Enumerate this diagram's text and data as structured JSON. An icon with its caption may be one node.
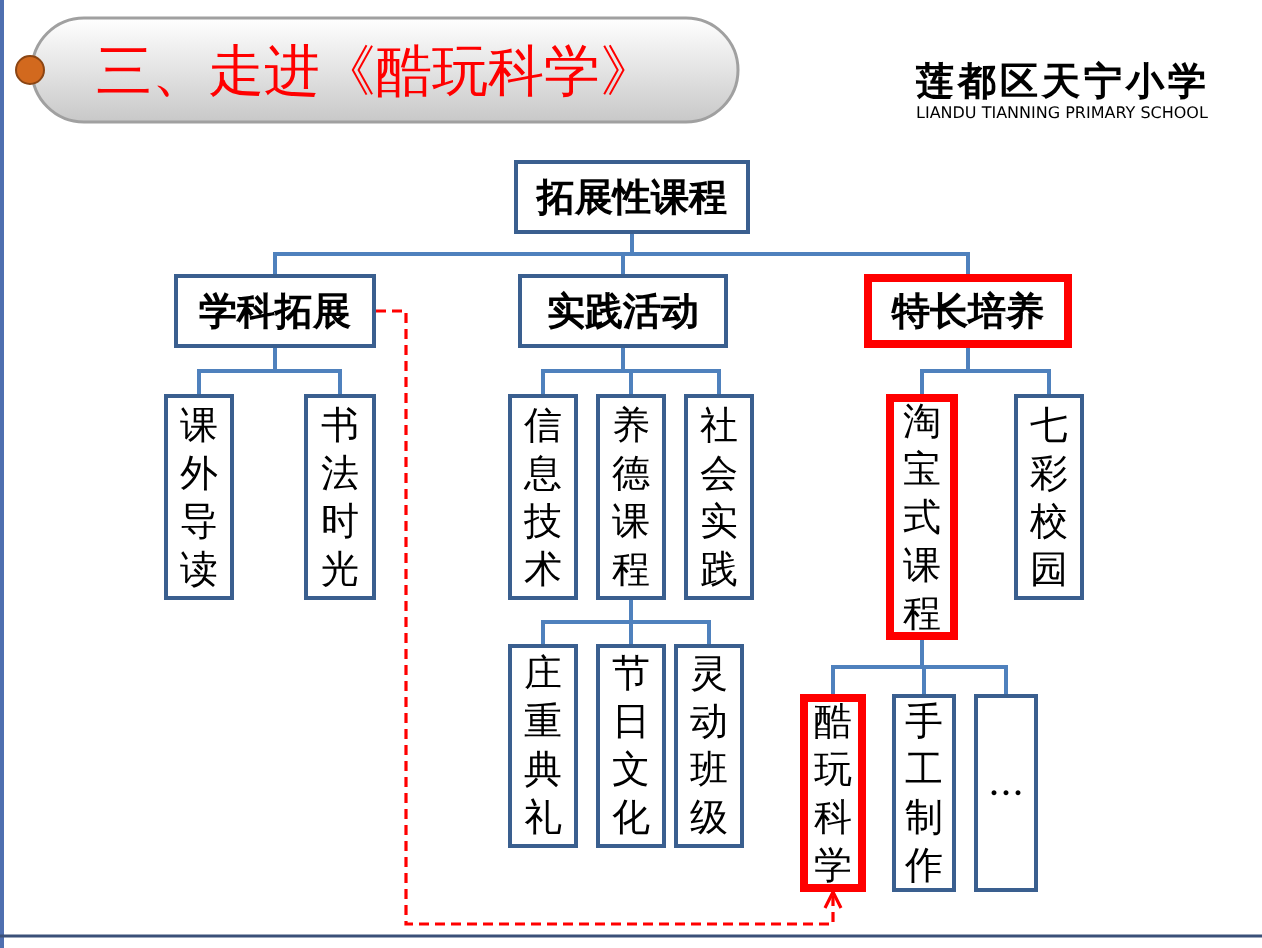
{
  "diagram": {
    "title": "三、走进《酷玩科学》",
    "nodes": [
      {
        "text": [
          "拓展性课程"
        ]
      },
      {
        "text": [
          "学科拓展"
        ]
      },
      {
        "text": [
          "实践活动"
        ]
      },
      {
        "text": [
          "特长培养"
        ]
      },
      {
        "text": [
          "课外导读"
        ]
      },
      {
        "text": [
          "书法时光"
        ]
      },
      {
        "text": [
          "信息技术"
        ]
      },
      {
        "text": [
          "养德课程"
        ]
      },
      {
        "text": [
          "社会实践"
        ]
      },
      {
        "text": [
          "淘宝式课程"
        ]
      },
      {
        "text": [
          "七彩校园"
        ]
      },
      {
        "text": [
          "庄重典礼"
        ]
      },
      {
        "text": [
          "节日文化"
        ]
      },
      {
        "text": [
          "灵动班级"
        ]
      },
      {
        "text": [
          "酷玩科学"
        ]
      },
      {
        "text": [
          "手工制作"
        ]
      },
      {
        "text": [
          "···"
        ]
      }
    ],
    "edges": [
      {
        "from": 0,
        "to": 1,
        "arrow": "none"
      },
      {
        "from": 0,
        "to": 2,
        "arrow": "none"
      },
      {
        "from": 0,
        "to": 3,
        "arrow": "none"
      },
      {
        "from": 1,
        "to": 4,
        "arrow": "none"
      },
      {
        "from": 1,
        "to": 5,
        "arrow": "none"
      },
      {
        "from": 2,
        "to": 6,
        "arrow": "none"
      },
      {
        "from": 2,
        "to": 7,
        "arrow": "none"
      },
      {
        "from": 2,
        "to": 8,
        "arrow": "none"
      },
      {
        "from": 3,
        "to": 9,
        "arrow": "none"
      },
      {
        "from": 3,
        "to": 10,
        "arrow": "none"
      },
      {
        "from": 7,
        "to": 11,
        "arrow": "none"
      },
      {
        "from": 7,
        "to": 12,
        "arrow": "none"
      },
      {
        "from": 7,
        "to": 13,
        "arrow": "none"
      },
      {
        "from": 9,
        "to": 14,
        "arrow": "none"
      },
      {
        "from": 9,
        "to": 15,
        "arrow": "none"
      },
      {
        "from": 9,
        "to": 16,
        "arrow": "none"
      },
      {
        "from": 1,
        "to": 14,
        "arrow": "to",
        "style": "dashed",
        "color": "#ff0000"
      }
    ],
    "labels": [
      "莲都区天宁小学",
      "LIANDU TIANNING PRIMARY SCHOOL"
    ]
  }
}
